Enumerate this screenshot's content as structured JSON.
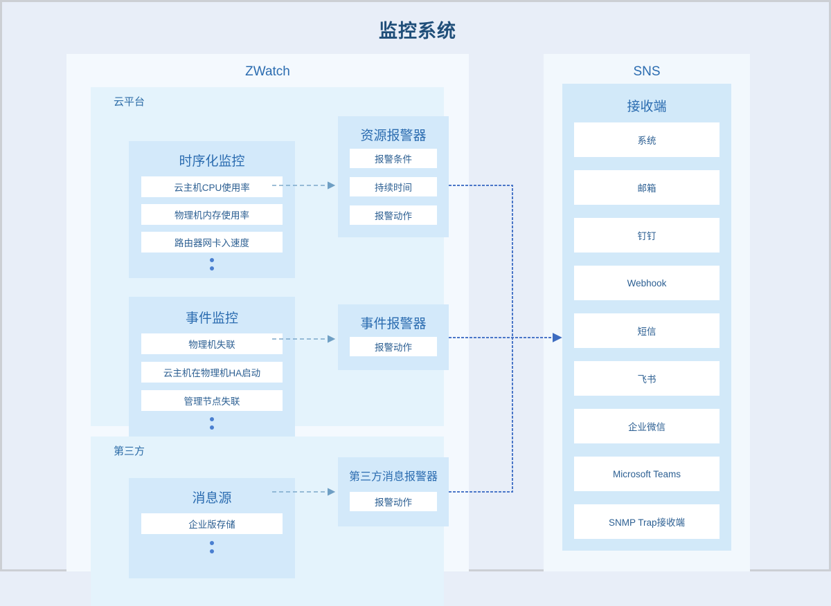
{
  "title": "监控系统",
  "colors": {
    "page_bg": "#e8eef8",
    "panel_bg": "#f4f9fe",
    "group_bg": "#e4f3fc",
    "card_bg": "#d3e9fa",
    "row_bg": "#ffffff",
    "title_text": "#1f4e79",
    "heading_text": "#2b6cb0",
    "body_text": "#2c5f92",
    "dashed_link": "#7ba7c9",
    "dotted_link": "#4a76c8",
    "dot_marker": "#4a7fd0"
  },
  "zwatch": {
    "panel_title": "ZWatch",
    "groups": [
      {
        "label": "云平台",
        "cards": [
          {
            "title": "时序化监控",
            "rows": [
              "云主机CPU使用率",
              "物理机内存使用率",
              "路由器网卡入速度"
            ],
            "ellipsis": true
          },
          {
            "title": "事件监控",
            "rows": [
              "物理机失联",
              "云主机在物理机HA启动",
              "管理节点失联"
            ],
            "ellipsis": true
          }
        ]
      },
      {
        "label": "第三方",
        "cards": [
          {
            "title": "消息源",
            "rows": [
              "企业版存储"
            ],
            "ellipsis": true
          }
        ]
      }
    ],
    "alerters": [
      {
        "title": "资源报警器",
        "rows": [
          "报警条件",
          "持续时间",
          "报警动作"
        ]
      },
      {
        "title": "事件报警器",
        "rows": [
          "报警动作"
        ]
      },
      {
        "title": "第三方消息报警器",
        "rows": [
          "报警动作"
        ]
      }
    ]
  },
  "sns": {
    "panel_title": "SNS",
    "receiver_title": "接收端",
    "receivers": [
      "系统",
      "邮箱",
      "钉钉",
      "Webhook",
      "短信",
      "飞书",
      "企业微信",
      "Microsoft Teams",
      "SNMP Trap接收端"
    ]
  },
  "connectors": {
    "monitor_to_alerter": [
      {
        "from": "时序化监控",
        "to": "资源报警器",
        "style": "dashed-arrow"
      },
      {
        "from": "事件监控",
        "to": "事件报警器",
        "style": "dashed-arrow"
      },
      {
        "from": "消息源",
        "to": "第三方消息报警器",
        "style": "dashed-arrow"
      }
    ],
    "alerter_to_sns": [
      {
        "from": "资源报警器",
        "to": "接收端",
        "style": "dotted-elbow"
      },
      {
        "from": "事件报警器",
        "to": "接收端",
        "style": "dotted-arrow"
      },
      {
        "from": "第三方消息报警器",
        "to": "接收端",
        "style": "dotted-elbow"
      }
    ]
  }
}
